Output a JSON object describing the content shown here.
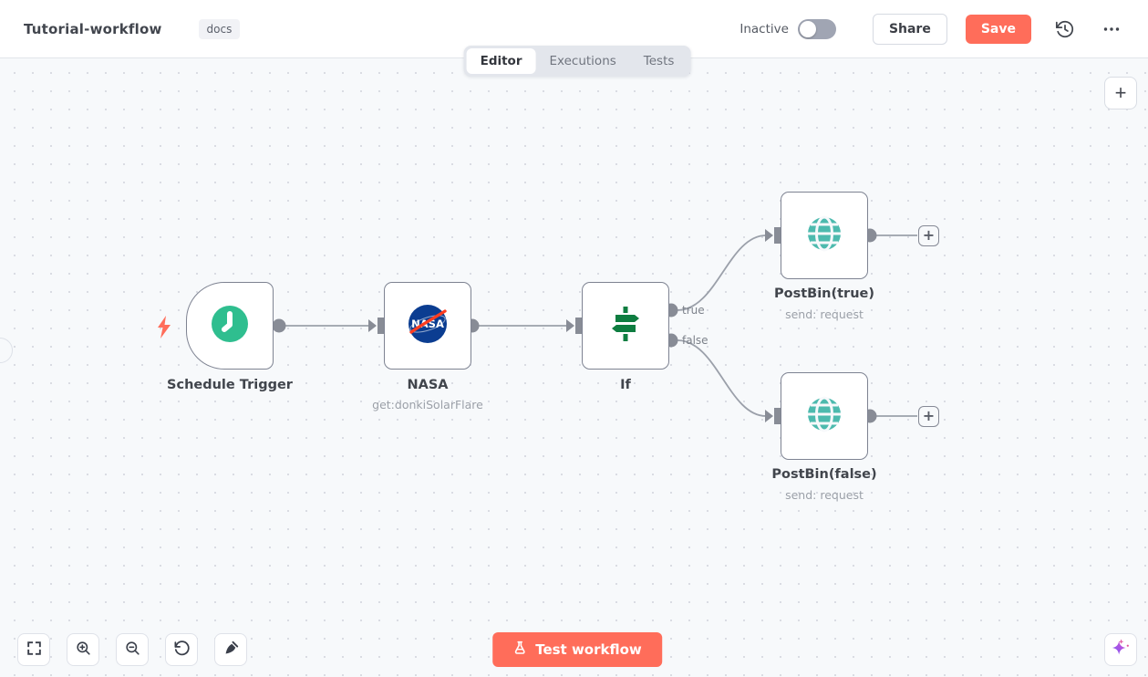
{
  "header": {
    "title": "Tutorial-workflow",
    "tag": "docs",
    "status": "Inactive",
    "share": "Share",
    "save": "Save"
  },
  "tabs": {
    "editor": "Editor",
    "executions": "Executions",
    "tests": "Tests"
  },
  "nodes": {
    "schedule": {
      "label": "Schedule Trigger"
    },
    "nasa": {
      "label": "NASA",
      "subtitle": "get:donkiSolarFlare"
    },
    "if": {
      "label": "If",
      "true_label": "true",
      "false_label": "false"
    },
    "postbin_true": {
      "label": "PostBin(true)",
      "subtitle": "send: request"
    },
    "postbin_false": {
      "label": "PostBin(false)",
      "subtitle": "send: request"
    }
  },
  "footer": {
    "test_button": "Test workflow"
  },
  "icons": {
    "plus": "+",
    "nasa_logo_text": "NASA",
    "names": [
      "bolt-icon",
      "clock-icon",
      "nasa-logo-icon",
      "signpost-icon",
      "globe-icon",
      "history-icon",
      "more-menu-icon",
      "fit-view-icon",
      "zoom-in-icon",
      "zoom-out-icon",
      "reset-zoom-icon",
      "tidy-up-icon",
      "flask-icon",
      "ai-sparkle-icon",
      "plus-icon"
    ]
  },
  "colors": {
    "accent": "#ff6d5a",
    "schedule_green": "#2fbe8f",
    "globe_teal": "#4dbaae",
    "if_green": "#0e7d40",
    "nasa_blue": "#0b3d91",
    "nasa_red": "#fc3d21",
    "connector_gray": "#888c96",
    "canvas_bg": "#f7f9fb"
  }
}
